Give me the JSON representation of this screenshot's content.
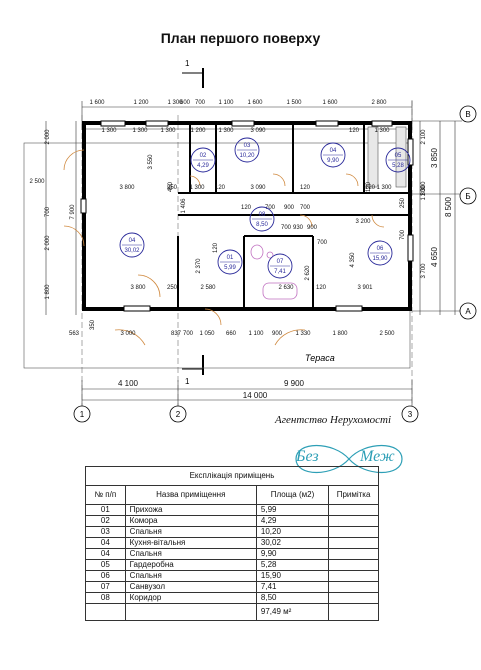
{
  "plan": {
    "title": "План першого поверху",
    "section_mark": "1",
    "axis_letters": [
      "В",
      "Б",
      "А"
    ],
    "axis_numbers": [
      "1",
      "2",
      "3"
    ],
    "terrace_label": "Тераса",
    "dims_top": [
      "1 600",
      "1 200",
      "1 300",
      "600",
      "700",
      "1 100",
      "1 600",
      "1 500",
      "1 600",
      "2 800"
    ],
    "dims_inner_top": [
      "1 300",
      "1 300",
      "1 300",
      "1 200",
      "1 300",
      "3 090",
      "120",
      "1 300"
    ],
    "dims_mid": [
      "3 800",
      "250",
      "1 300",
      "120",
      "3 090",
      "120",
      "120",
      "1 300"
    ],
    "dims_corridor": [
      "120",
      "700",
      "900",
      "700",
      "900",
      "3 200",
      "700",
      "930",
      "700"
    ],
    "dims_lower": [
      "3 800",
      "250",
      "2 580",
      "2 630",
      "120",
      "3 901"
    ],
    "dims_bottom": [
      "563",
      "3 000",
      "837",
      "700",
      "1 050",
      "660",
      "1 100",
      "900",
      "1 330",
      "1 800",
      "2 500"
    ],
    "dims_left": [
      "2 000",
      "2 500",
      "700",
      "2 000",
      "1 800",
      "7 900"
    ],
    "dims_inner_vert": [
      "3 550",
      "460",
      "1 406",
      "120",
      "2 370",
      "2 620",
      "4 350",
      "120",
      "350"
    ],
    "dims_right": [
      "2 100",
      "3 850",
      "1 300",
      "250",
      "1 300",
      "700",
      "3 700",
      "4 650",
      "8 500"
    ],
    "dims_overall": [
      "4 100",
      "9 900",
      "14 000"
    ],
    "rooms": [
      {
        "num": "01",
        "area": "5,99"
      },
      {
        "num": "02",
        "area": "4,29"
      },
      {
        "num": "03",
        "area": "10,20"
      },
      {
        "num": "04",
        "area": "30,02"
      },
      {
        "num": "04",
        "area": "9,90"
      },
      {
        "num": "05",
        "area": "5,28"
      },
      {
        "num": "06",
        "area": "15,90"
      },
      {
        "num": "07",
        "area": "7,41"
      },
      {
        "num": "08",
        "area": "8,50"
      }
    ]
  },
  "agency": "Агентство Нерухомості",
  "logo": {
    "left": "Без",
    "right": "Меж"
  },
  "explication": {
    "caption": "Експлікація приміщень",
    "headers": [
      "№ п/п",
      "Назва приміщення",
      "Площа (м2)",
      "Примітка"
    ],
    "rows": [
      [
        "01",
        "Прихожа",
        "5,99",
        ""
      ],
      [
        "02",
        "Комора",
        "4,29",
        ""
      ],
      [
        "03",
        "Спальня",
        "10,20",
        ""
      ],
      [
        "04",
        "Кухня-вітальня",
        "30,02",
        ""
      ],
      [
        "04",
        "Спальня",
        "9,90",
        ""
      ],
      [
        "05",
        "Гардеробна",
        "5,28",
        ""
      ],
      [
        "06",
        "Спальня",
        "15,90",
        ""
      ],
      [
        "07",
        "Санвузол",
        "7,41",
        ""
      ],
      [
        "08",
        "Коридор",
        "8,50",
        ""
      ]
    ],
    "total": "97,49 м²"
  },
  "colors": {
    "room_marker": "#2a2a9a",
    "door": "#d08a40",
    "fixture": "#c070c0",
    "logo": "#2d9fb6"
  }
}
